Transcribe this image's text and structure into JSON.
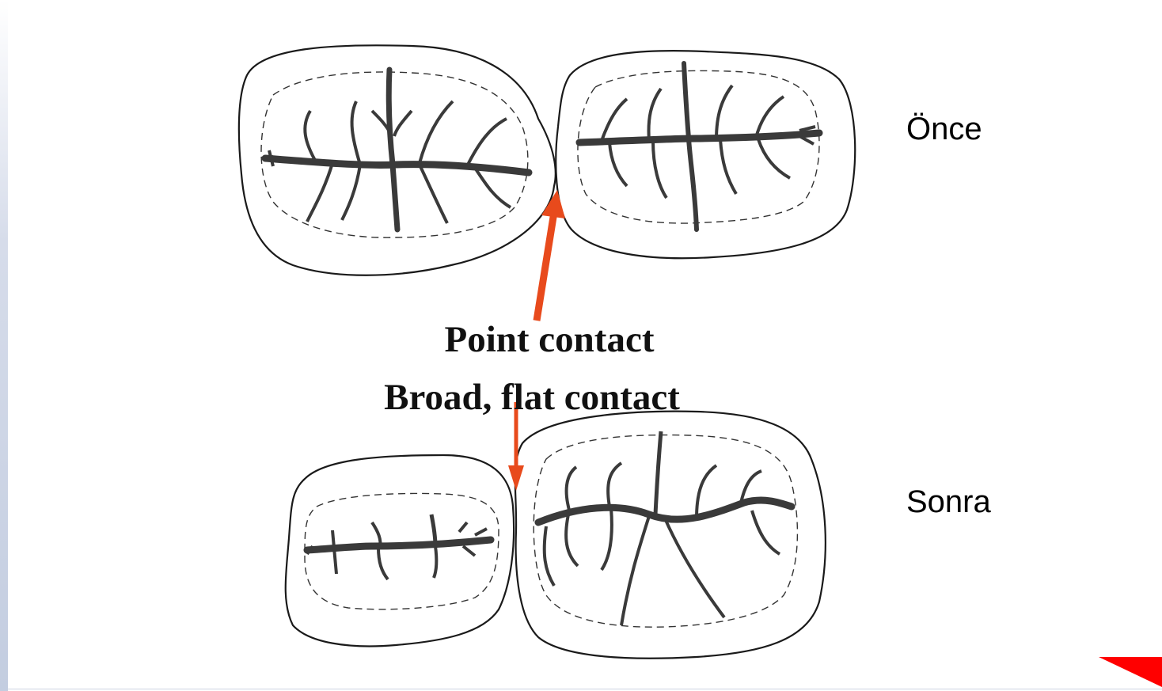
{
  "labels": {
    "before": "Önce",
    "after": "Sonra"
  },
  "figure": {
    "point_contact": "Point contact",
    "broad_contact": "Broad, flat contact"
  },
  "colors": {
    "arrow": "#e84a1c",
    "corner_accent": "#ff0000",
    "outline": "#1a1a1a",
    "fissure": "#3a3a3a"
  }
}
